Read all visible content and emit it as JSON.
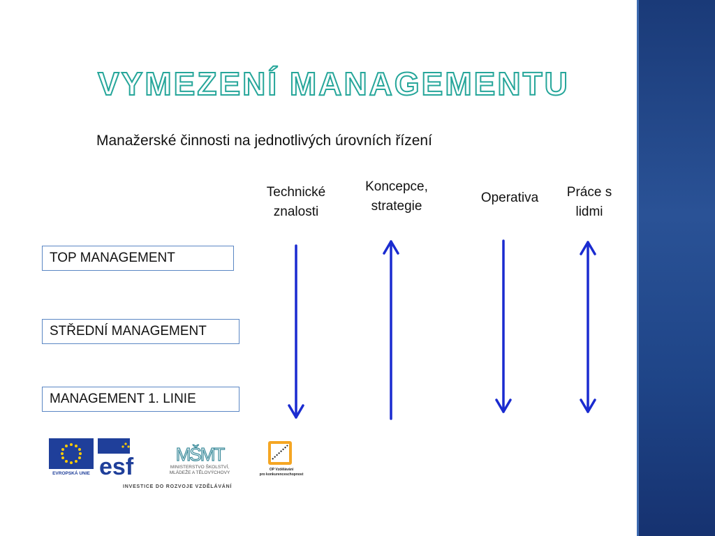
{
  "slide": {
    "title": "Vymezení managementu",
    "subtitle": "Manažerské činnosti na jednotlivých úrovních řízení"
  },
  "columns": [
    {
      "label": "Technické znalosti",
      "direction": "down"
    },
    {
      "label": "Koncepce, strategie",
      "direction": "up"
    },
    {
      "label": "Operativa",
      "direction": "down"
    },
    {
      "label": "Práce s lidmi",
      "direction": "both"
    }
  ],
  "levels": [
    {
      "label": "TOP MANAGEMENT"
    },
    {
      "label": "STŘEDNÍ MANAGEMENT"
    },
    {
      "label": "MANAGEMENT 1. LINIE"
    }
  ],
  "logos": {
    "eu_label": "EVROPSKÁ UNIE",
    "esf_label": "esf",
    "msmt_mark": "MŠMT",
    "msmt_line1": "MINISTERSTVO ŠKOLSTVÍ,",
    "msmt_line2": "MLÁDEŽE A TĚLOVÝCHOVY",
    "op_line1": "OP Vzdělávání",
    "op_line2": "pro konkurenceschopnost",
    "footer": "INVESTICE DO ROZVOJE VZDĚLÁVÁNÍ"
  },
  "colors": {
    "title_outline": "#26a69a",
    "arrow": "#1a2bd0",
    "side_band": "#1f4588",
    "box_border": "#5a86c4"
  }
}
